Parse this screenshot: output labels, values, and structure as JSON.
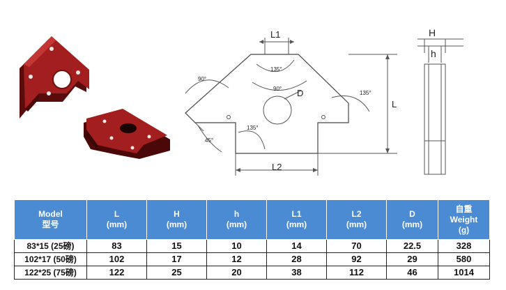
{
  "diagram": {
    "labels": {
      "l1": "L1",
      "l2": "L2",
      "l": "L",
      "d": "D",
      "h_upper": "H",
      "h_lower": "h",
      "a90_left": "90°",
      "a135_top": "135°",
      "a90_center": "90°",
      "a135_right": "135°",
      "a135_bottom": "135°",
      "a45": "45°"
    }
  },
  "table": {
    "headers": [
      {
        "top": "Model",
        "bottom": "型号"
      },
      {
        "top": "L",
        "bottom": "(mm)"
      },
      {
        "top": "H",
        "bottom": "(mm)"
      },
      {
        "top": "h",
        "bottom": "(mm)"
      },
      {
        "top": "L1",
        "bottom": "(mm)"
      },
      {
        "top": "L2",
        "bottom": "(mm)"
      },
      {
        "top": "D",
        "bottom": "(mm)"
      },
      {
        "top": "自重",
        "middle": "Weight",
        "bottom": "(g)"
      }
    ],
    "rows": [
      [
        "83*15 (25磅)",
        "83",
        "15",
        "10",
        "14",
        "70",
        "22.5",
        "328"
      ],
      [
        "102*17 (50磅)",
        "102",
        "17",
        "12",
        "28",
        "92",
        "29",
        "580"
      ],
      [
        "122*25 (75磅)",
        "122",
        "25",
        "20",
        "38",
        "112",
        "46",
        "1014"
      ]
    ]
  },
  "colors": {
    "header_bg": "#4a8bd4",
    "magnet_red": "#9e1c1c",
    "magnet_dark": "#5a0c0c"
  }
}
